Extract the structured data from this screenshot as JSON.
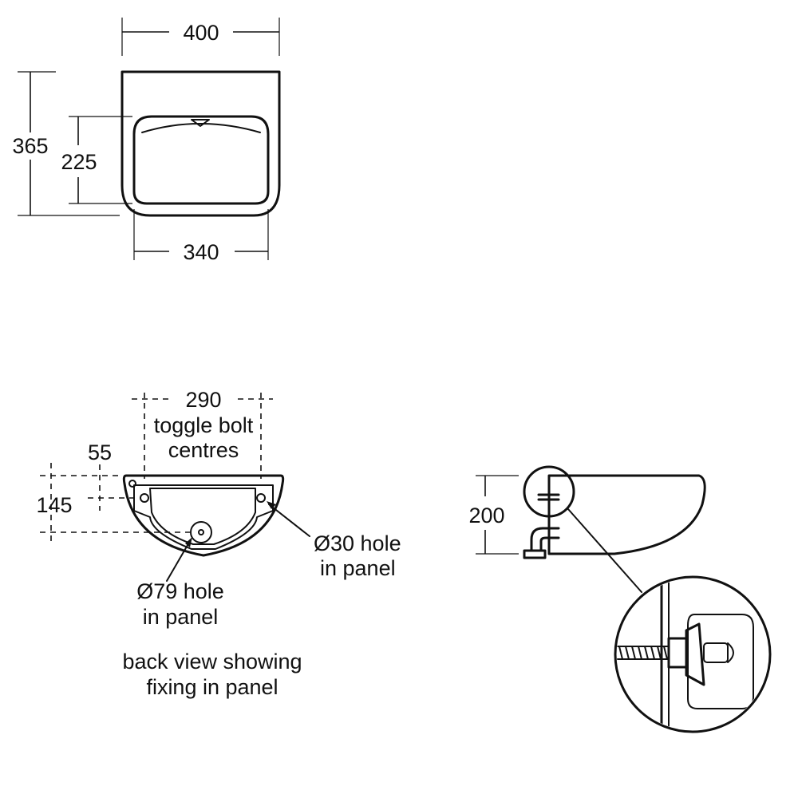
{
  "top_view": {
    "width_label": "400",
    "depth_label": "365",
    "bowl_depth_label": "225",
    "bowl_width_label": "340"
  },
  "back_view": {
    "bolt_span_label": "290",
    "bolt_note_line1": "toggle bolt",
    "bolt_note_line2": "centres",
    "offset_label": "55",
    "height_label": "145",
    "small_hole_line1": "Ø30 hole",
    "small_hole_line2": "in panel",
    "large_hole_line1": "Ø79 hole",
    "large_hole_line2": "in panel",
    "caption_line1": "back view showing",
    "caption_line2": "fixing in panel"
  },
  "side_view": {
    "height_label": "200"
  }
}
